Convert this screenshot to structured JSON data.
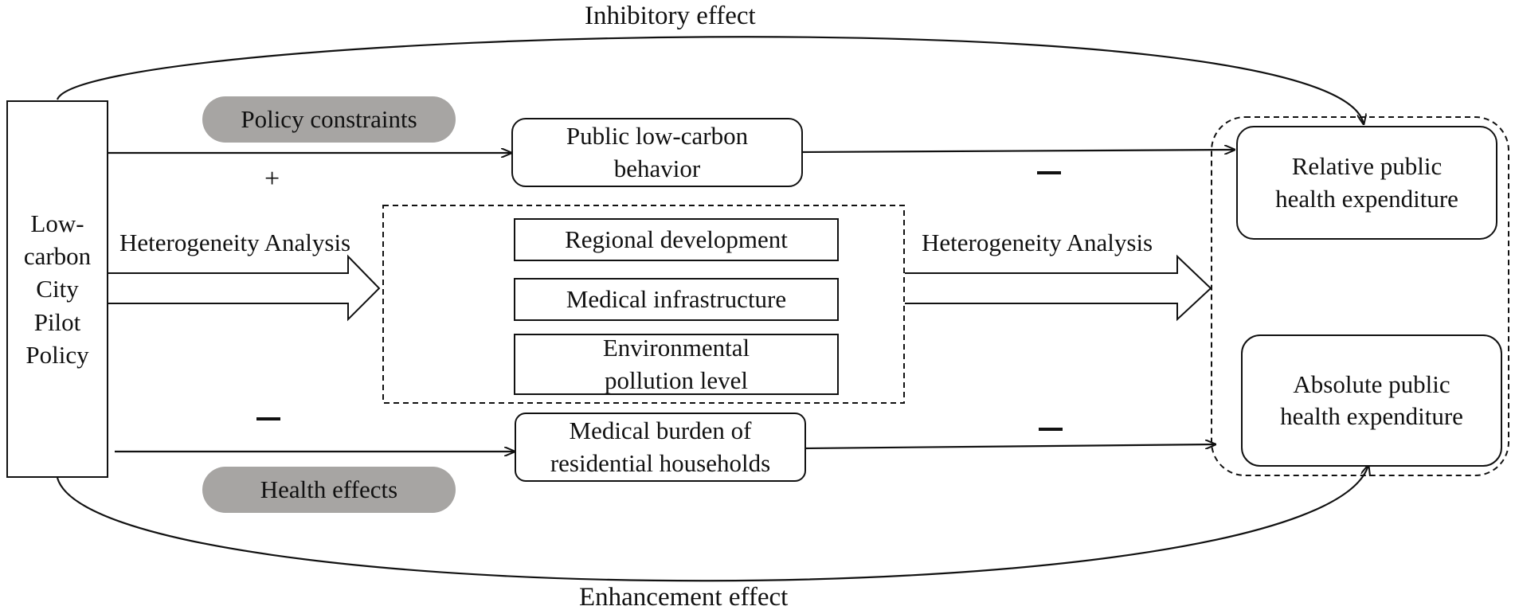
{
  "source": {
    "label": "Low-carbon City Pilot Policy",
    "lines": [
      "Low-",
      "carbon",
      "City",
      "Pilot",
      "Policy"
    ]
  },
  "top_arc_label": "Inhibitory effect",
  "bottom_arc_label": "Enhancement effect",
  "pathways": {
    "upper": {
      "mechanism": "Policy constraints",
      "mediator": "Public low-carbon behavior",
      "sign_in": "+",
      "sign_out": "−"
    },
    "lower": {
      "mechanism": "Health effects",
      "mediator": "Medical burden of residential households",
      "sign_in": "−",
      "sign_out": "−"
    }
  },
  "heterogeneity": {
    "left_label": "Heterogeneity Analysis",
    "right_label": "Heterogeneity Analysis",
    "factors": [
      "Regional development",
      "Medical infrastructure",
      "Environmental pollution level"
    ]
  },
  "outcomes": [
    "Relative public health expenditure",
    "Absolute public health expenditure"
  ]
}
